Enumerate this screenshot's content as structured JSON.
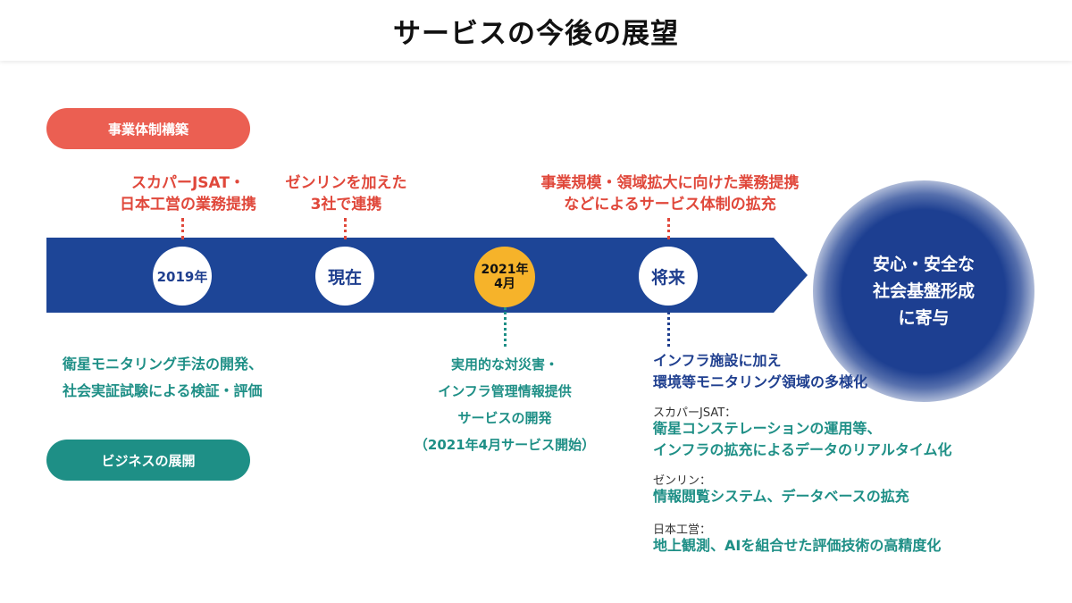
{
  "header": {
    "title": "サービスの今後の展望"
  },
  "sections": {
    "business_structure": "事業体制構築",
    "business_expansion": "ビジネスの展開"
  },
  "milestones": [
    {
      "label": "2019年"
    },
    {
      "label": "現在"
    },
    {
      "label": "2021年\n4月"
    },
    {
      "label": "将来"
    }
  ],
  "goal": {
    "text": "安心・安全な\n社会基盤形成\nに寄与"
  },
  "top_notes": [
    {
      "text": "スカパーJSAT・\n日本工営の業務提携"
    },
    {
      "text": "ゼンリンを加えた\n3社で連携"
    },
    {
      "text": "事業規模・領域拡大に向けた業務提携\nなどによるサービス体制の拡充"
    }
  ],
  "bottom_notes": {
    "development": "衛星モニタリング手法の開発、\n社会実証試験による検証・評価",
    "launch": "実用的な対災害・\nインフラ管理情報提供\nサービスの開発\n（2021年4月サービス開始）",
    "future_heading": "インフラ施設に加え\n環境等モニタリング領域の多様化",
    "partners": [
      {
        "name": "スカパーJSAT：",
        "detail": "衛星コンステレーションの運用等、\nインフラの拡充によるデータのリアルタイム化"
      },
      {
        "name": "ゼンリン：",
        "detail": "情報閲覧システム、データベースの拡充"
      },
      {
        "name": "日本工営：",
        "detail": "地上観測、AIを組合せた評価技術の高精度化"
      }
    ]
  },
  "colors": {
    "arrow": "#1d4597",
    "red": "#eb5f52",
    "teal": "#1e8f86",
    "blue_text": "#1f3f8f",
    "yellow": "#f6b32a"
  }
}
